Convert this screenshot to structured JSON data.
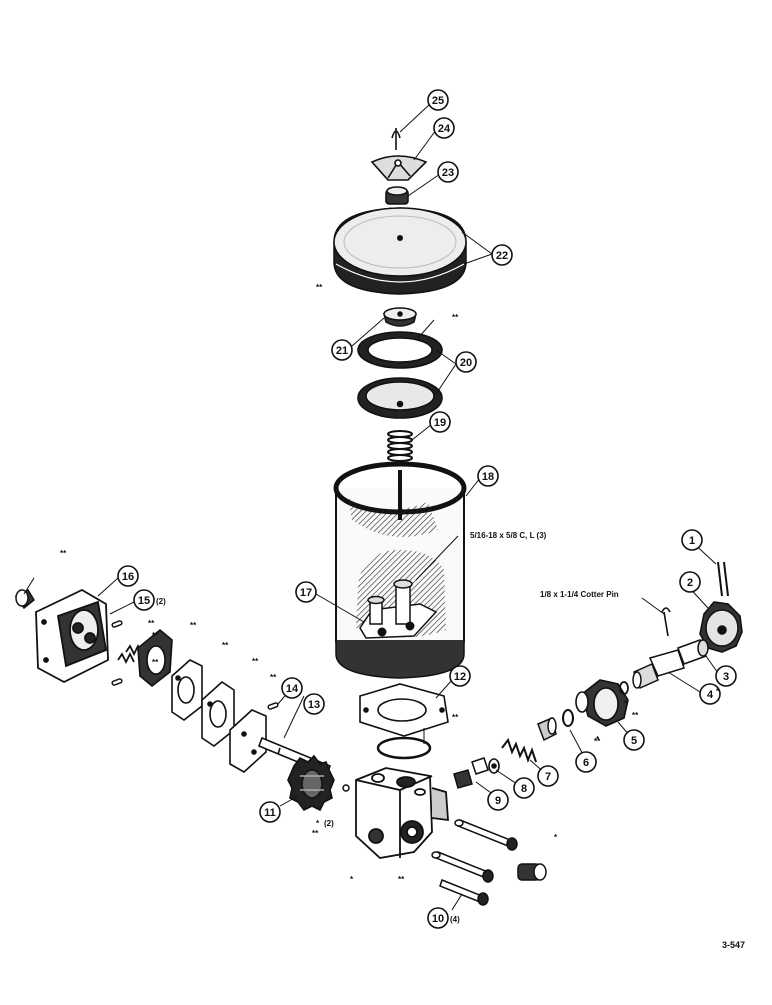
{
  "callouts": {
    "c1": "1",
    "c2": "2",
    "c3": "3",
    "c4": "4",
    "c5": "5",
    "c6": "6",
    "c7": "7",
    "c8": "8",
    "c9": "9",
    "c10": "10",
    "c11": "11",
    "c12": "12",
    "c13": "13",
    "c14": "14",
    "c15": "15",
    "c16": "16",
    "c17": "17",
    "c18": "18",
    "c19": "19",
    "c20": "20",
    "c21": "21",
    "c22": "22",
    "c23": "23",
    "c24": "24",
    "c25": "25"
  },
  "quantities": {
    "q10": "(4)",
    "q15": "(2)",
    "q_star2": "(2)"
  },
  "labels": {
    "bolt_spec": "5/16-18 x  5/8 C, L (3)",
    "cotter_pin": "1/8 x 1-1/4 Cotter Pin"
  },
  "marks": {
    "single": "*",
    "double": "**"
  },
  "figure_ref": "3-547"
}
